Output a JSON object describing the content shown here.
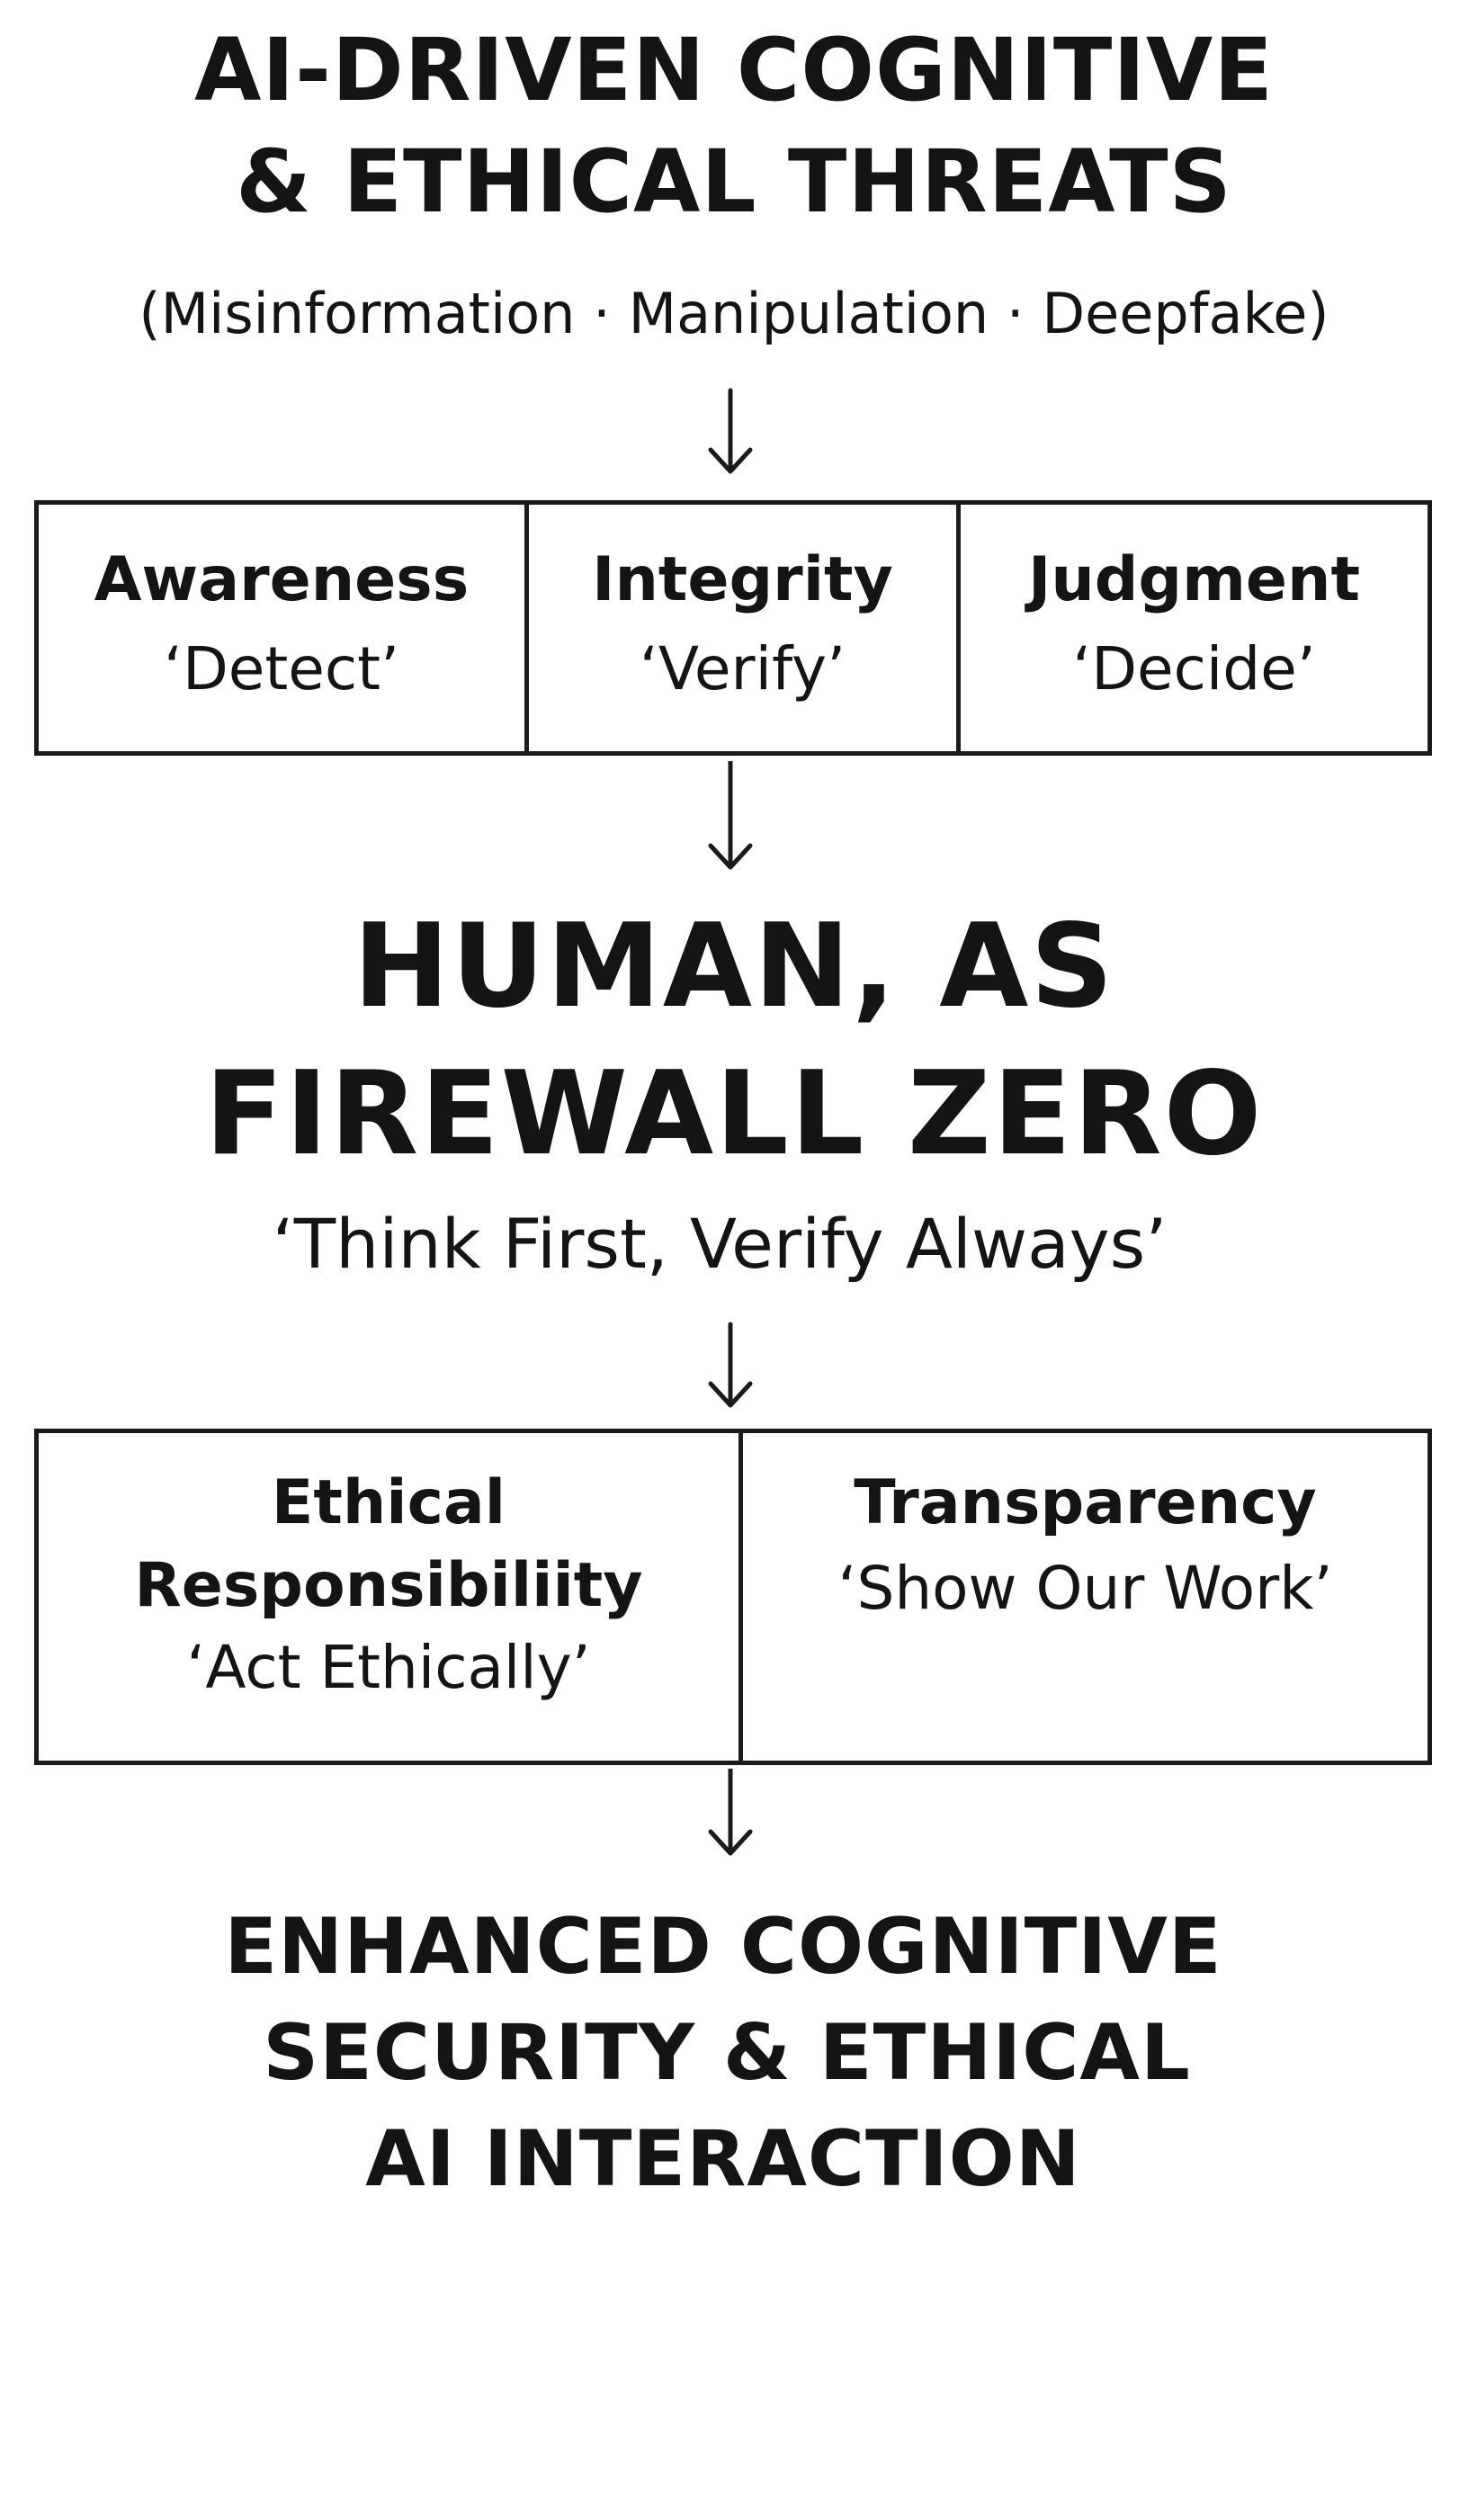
{
  "threats": {
    "title_line1": "AI-DRIVEN COGNITIVE",
    "title_line2": "& ETHICAL THREATS",
    "subtitle": "(Misinformation · Manipulation · Deepfake)"
  },
  "pillars": [
    {
      "title": "Awareness",
      "action": "‘Detect’"
    },
    {
      "title": "Integrity",
      "action": "‘Verify’"
    },
    {
      "title": "Judgment",
      "action": "‘Decide’"
    }
  ],
  "firewall": {
    "title_line1": "HUMAN, AS",
    "title_line2": "FIREWALL ZERO",
    "tagline": "‘Think First, Verify Always’"
  },
  "principles": [
    {
      "title_line1": "Ethical",
      "title_line2": "Responsibiliity",
      "action": "‘Act Ethically’"
    },
    {
      "title_line1": "Transparency",
      "action": "‘Show Our Work’"
    }
  ],
  "outcome": {
    "line1": "ENHANCED COGNITIVE",
    "line2": "SECURITY & ETHICAL",
    "line3": "AI INTERACTION"
  }
}
